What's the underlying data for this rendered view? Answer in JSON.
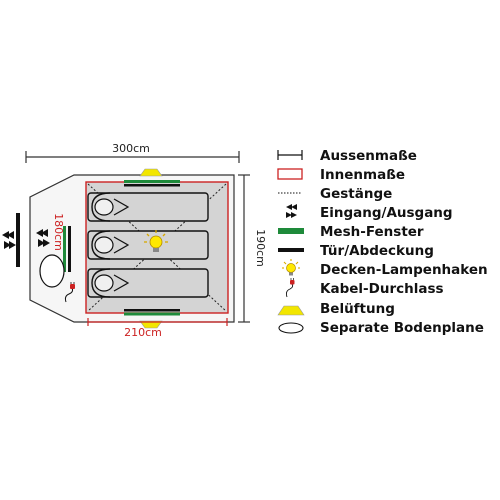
{
  "dimensions": {
    "outer_width": "300cm",
    "outer_depth": "190cm",
    "inner_width": "210cm",
    "inner_depth": "180cm"
  },
  "legend": [
    {
      "icon": "outer-dimension-icon",
      "label": "Aussenmaße"
    },
    {
      "icon": "inner-dimension-icon",
      "label": "Innenmaße"
    },
    {
      "icon": "pole-icon",
      "label": "Gestänge"
    },
    {
      "icon": "entrance-icon",
      "label": "Eingang/Ausgang"
    },
    {
      "icon": "mesh-window-icon",
      "label": "Mesh-Fenster"
    },
    {
      "icon": "door-cover-icon",
      "label": "Tür/Abdeckung"
    },
    {
      "icon": "lamp-hook-icon",
      "label": "Decken-Lampenhaken"
    },
    {
      "icon": "cable-port-icon",
      "label": "Kabel-Durchlass"
    },
    {
      "icon": "ventilation-icon",
      "label": "Belüftung"
    },
    {
      "icon": "groundsheet-icon",
      "label": "Separate Bodenplane"
    }
  ],
  "colors": {
    "inner_tent": "#cc2222",
    "mesh": "#1e8a3a",
    "door": "#111111",
    "vent": "#f2e600",
    "tent_fill": "#d4d4d4",
    "vestibule_fill": "#f6f6f6"
  }
}
